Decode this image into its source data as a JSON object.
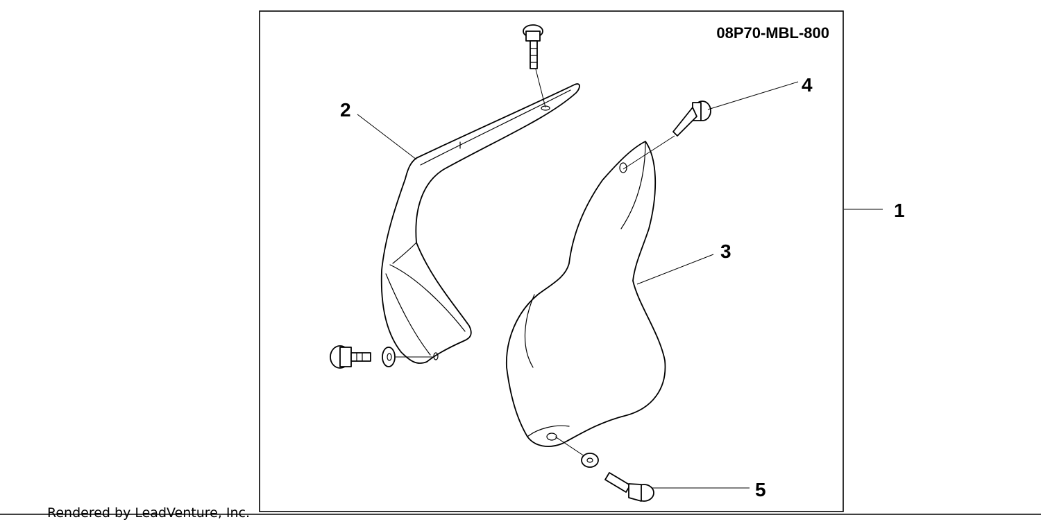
{
  "diagram": {
    "part_number": "08P70-MBL-800",
    "callouts": {
      "c1": "1",
      "c2": "2",
      "c3": "3",
      "c4": "4",
      "c5": "5"
    },
    "footer": "Rendered by LeadVenture, Inc."
  }
}
